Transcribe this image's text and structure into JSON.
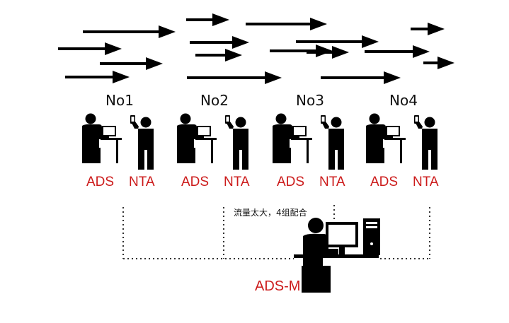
{
  "groups": [
    {
      "title": "No1",
      "left_role": "ADS",
      "right_role": "NTA"
    },
    {
      "title": "No2",
      "left_role": "ADS",
      "right_role": "NTA"
    },
    {
      "title": "No3",
      "left_role": "ADS",
      "right_role": "NTA"
    },
    {
      "title": "No4",
      "left_role": "ADS",
      "right_role": "NTA"
    }
  ],
  "center": {
    "note": "流量太大，4组配合",
    "label": "ADS-M"
  },
  "colors": {
    "role_text": "#cc1b1b",
    "ink": "#000000",
    "dotted": "#333333"
  },
  "icons": [
    "arrow-icon",
    "analyst-at-desk-icon",
    "person-with-phone-icon",
    "workstation-icon"
  ]
}
